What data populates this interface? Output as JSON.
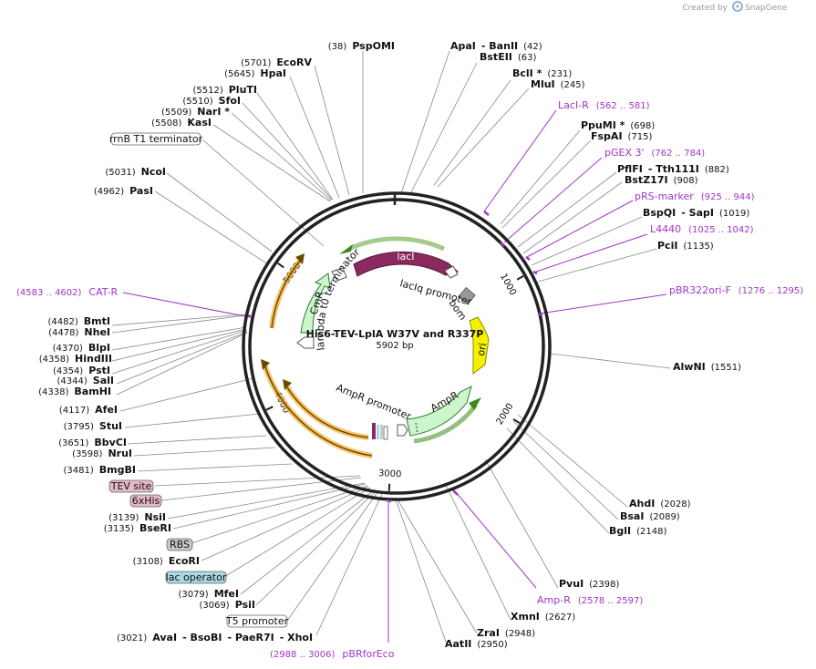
{
  "credit": {
    "prefix": "Created by",
    "brand": "SnapGene"
  },
  "plasmid": {
    "name": "His6-TEV-LplA W37V and R337P",
    "length": "5902 bp",
    "bp": 5902
  },
  "colors": {
    "primer": "#a333c8",
    "lacI": "#8b2a5e",
    "ori": "#f5f000",
    "arrowGreen": "#ccf5cc",
    "arrowOrange": "#f5a623",
    "tev": "#e6b8c8",
    "lacOperator": "#a8d8e0",
    "rbs": "#c8c8cc"
  },
  "ticks": [
    {
      "label": "1000",
      "bp": 1000
    },
    {
      "label": "2000",
      "bp": 2000
    },
    {
      "label": "3000",
      "bp": 3000
    },
    {
      "label": "4000",
      "bp": 4000
    },
    {
      "label": "5000",
      "bp": 5000
    }
  ],
  "enzymes": [
    {
      "id": "pspomi",
      "parts": [
        [
          "(38)",
          "pos"
        ],
        [
          "PspOMI",
          "enz"
        ]
      ]
    },
    {
      "id": "apai",
      "parts": [
        [
          "ApaI",
          "enz"
        ],
        [
          "- BanII",
          "enz"
        ],
        [
          "(42)",
          "pos"
        ]
      ]
    },
    {
      "id": "bsteii",
      "parts": [
        [
          "BstEII",
          "enz"
        ],
        [
          "(63)",
          "pos"
        ]
      ]
    },
    {
      "id": "bcli",
      "parts": [
        [
          "BclI *",
          "enz"
        ],
        [
          "(231)",
          "pos"
        ]
      ]
    },
    {
      "id": "mlui",
      "parts": [
        [
          "MluI",
          "enz"
        ],
        [
          "(245)",
          "pos"
        ]
      ]
    },
    {
      "id": "ppumi",
      "parts": [
        [
          "PpuMI *",
          "enz"
        ],
        [
          "(698)",
          "pos"
        ]
      ]
    },
    {
      "id": "fspai",
      "parts": [
        [
          "FspAI",
          "enz"
        ],
        [
          "(715)",
          "pos"
        ]
      ]
    },
    {
      "id": "pflfi",
      "parts": [
        [
          "PflFI",
          "enz"
        ],
        [
          "- Tth111I",
          "enz"
        ],
        [
          "(882)",
          "pos"
        ]
      ]
    },
    {
      "id": "bstz17i",
      "parts": [
        [
          "BstZ17I",
          "enz"
        ],
        [
          "(908)",
          "pos"
        ]
      ]
    },
    {
      "id": "bspqi",
      "parts": [
        [
          "BspQI",
          "enz"
        ],
        [
          "- SapI",
          "enz"
        ],
        [
          "(1019)",
          "pos"
        ]
      ]
    },
    {
      "id": "pcii",
      "parts": [
        [
          "PciI",
          "enz"
        ],
        [
          "(1135)",
          "pos"
        ]
      ]
    },
    {
      "id": "alwni",
      "parts": [
        [
          "AlwNI",
          "enz"
        ],
        [
          "(1551)",
          "pos"
        ]
      ]
    },
    {
      "id": "ahdi",
      "parts": [
        [
          "AhdI",
          "enz"
        ],
        [
          "(2028)",
          "pos"
        ]
      ]
    },
    {
      "id": "bsai",
      "parts": [
        [
          "BsaI",
          "enz"
        ],
        [
          "(2089)",
          "pos"
        ]
      ]
    },
    {
      "id": "bgli",
      "parts": [
        [
          "BglI",
          "enz"
        ],
        [
          "(2148)",
          "pos"
        ]
      ]
    },
    {
      "id": "pvui",
      "parts": [
        [
          "PvuI",
          "enz"
        ],
        [
          "(2398)",
          "pos"
        ]
      ]
    },
    {
      "id": "xmni",
      "parts": [
        [
          "XmnI",
          "enz"
        ],
        [
          "(2627)",
          "pos"
        ]
      ]
    },
    {
      "id": "zrai",
      "parts": [
        [
          "ZraI",
          "enz"
        ],
        [
          "(2948)",
          "pos"
        ]
      ]
    },
    {
      "id": "aatii",
      "parts": [
        [
          "AatII",
          "enz"
        ],
        [
          "(2950)",
          "pos"
        ]
      ]
    },
    {
      "id": "ecorv",
      "parts": [
        [
          "(5701)",
          "pos"
        ],
        [
          "EcoRV",
          "enz"
        ]
      ]
    },
    {
      "id": "hpai",
      "parts": [
        [
          "(5645)",
          "pos"
        ],
        [
          "HpaI",
          "enz"
        ]
      ]
    },
    {
      "id": "pluti",
      "parts": [
        [
          "(5512)",
          "pos"
        ],
        [
          "PluTI",
          "enz"
        ]
      ]
    },
    {
      "id": "sfoi",
      "parts": [
        [
          "(5510)",
          "pos"
        ],
        [
          "SfoI",
          "enz"
        ]
      ]
    },
    {
      "id": "nari",
      "parts": [
        [
          "(5509)",
          "pos"
        ],
        [
          "NarI *",
          "enz"
        ]
      ]
    },
    {
      "id": "kasi",
      "parts": [
        [
          "(5508)",
          "pos"
        ],
        [
          "KasI",
          "enz"
        ]
      ]
    },
    {
      "id": "ncoi",
      "parts": [
        [
          "(5031)",
          "pos"
        ],
        [
          "NcoI",
          "enz"
        ]
      ]
    },
    {
      "id": "pasi",
      "parts": [
        [
          "(4962)",
          "pos"
        ],
        [
          "PasI",
          "enz"
        ]
      ]
    },
    {
      "id": "bmti",
      "parts": [
        [
          "(4482)",
          "pos"
        ],
        [
          "BmtI",
          "enz"
        ]
      ]
    },
    {
      "id": "nhei",
      "parts": [
        [
          "(4478)",
          "pos"
        ],
        [
          "NheI",
          "enz"
        ]
      ]
    },
    {
      "id": "blpi",
      "parts": [
        [
          "(4370)",
          "pos"
        ],
        [
          "BlpI",
          "enz"
        ]
      ]
    },
    {
      "id": "hindiii",
      "parts": [
        [
          "(4358)",
          "pos"
        ],
        [
          "HindIII",
          "enz"
        ]
      ]
    },
    {
      "id": "psti",
      "parts": [
        [
          "(4354)",
          "pos"
        ],
        [
          "PstI",
          "enz"
        ]
      ]
    },
    {
      "id": "sali",
      "parts": [
        [
          "(4344)",
          "pos"
        ],
        [
          "SalI",
          "enz"
        ]
      ]
    },
    {
      "id": "bamhi",
      "parts": [
        [
          "(4338)",
          "pos"
        ],
        [
          "BamHI",
          "enz"
        ]
      ]
    },
    {
      "id": "afei",
      "parts": [
        [
          "(4117)",
          "pos"
        ],
        [
          "AfeI",
          "enz"
        ]
      ]
    },
    {
      "id": "stui",
      "parts": [
        [
          "(3795)",
          "pos"
        ],
        [
          "StuI",
          "enz"
        ]
      ]
    },
    {
      "id": "bbvci",
      "parts": [
        [
          "(3651)",
          "pos"
        ],
        [
          "BbvCI",
          "enz"
        ]
      ]
    },
    {
      "id": "nrui",
      "parts": [
        [
          "(3598)",
          "pos"
        ],
        [
          "NruI",
          "enz"
        ]
      ]
    },
    {
      "id": "bmgbi",
      "parts": [
        [
          "(3481)",
          "pos"
        ],
        [
          "BmgBI",
          "enz"
        ]
      ]
    },
    {
      "id": "nsii",
      "parts": [
        [
          "(3139)",
          "pos"
        ],
        [
          "NsiI",
          "enz"
        ]
      ]
    },
    {
      "id": "bseri",
      "parts": [
        [
          "(3135)",
          "pos"
        ],
        [
          "BseRI",
          "enz"
        ]
      ]
    },
    {
      "id": "ecori",
      "parts": [
        [
          "(3108)",
          "pos"
        ],
        [
          "EcoRI",
          "enz"
        ]
      ]
    },
    {
      "id": "mfei",
      "parts": [
        [
          "(3079)",
          "pos"
        ],
        [
          "MfeI",
          "enz"
        ]
      ]
    },
    {
      "id": "psii",
      "parts": [
        [
          "(3069)",
          "pos"
        ],
        [
          "PsiI",
          "enz"
        ]
      ]
    },
    {
      "id": "avai",
      "parts": [
        [
          "(3021)",
          "pos"
        ],
        [
          "AvaI",
          "enz"
        ],
        [
          "- BsoBI",
          "enz"
        ],
        [
          "- PaeR7I",
          "enz"
        ],
        [
          "- XhoI",
          "enz"
        ]
      ]
    }
  ],
  "primers": [
    {
      "id": "laci-r",
      "name": "LacI-R",
      "range": "(562 .. 581)"
    },
    {
      "id": "pgex3",
      "name": "pGEX 3'",
      "range": "(762 .. 784)"
    },
    {
      "id": "prs-marker",
      "name": "pRS-marker",
      "range": "(925 .. 944)"
    },
    {
      "id": "l4440",
      "name": "L4440",
      "range": "(1025 .. 1042)"
    },
    {
      "id": "pbr322ori-f",
      "name": "pBR322ori-F",
      "range": "(1276 .. 1295)"
    },
    {
      "id": "amp-r",
      "name": "Amp-R",
      "range": "(2578 .. 2597)"
    },
    {
      "id": "pbrforeco",
      "name": "pBRforEco",
      "range": "(2988 .. 3006)"
    },
    {
      "id": "cat-r",
      "name": "CAT-R",
      "range": "(4583 .. 4602)"
    }
  ],
  "boxed_features": [
    {
      "id": "rrnb",
      "label": "rrnB T1 terminator"
    },
    {
      "id": "tev",
      "label": "TEV site"
    },
    {
      "id": "his",
      "label": "6xHis"
    },
    {
      "id": "rbs",
      "label": "RBS"
    },
    {
      "id": "lacop",
      "label": "lac operator"
    },
    {
      "id": "t5",
      "label": "T5 promoter"
    }
  ],
  "inner_labels": {
    "lacI": "lacI",
    "lacIq": "lacIq promoter",
    "bom": "bom",
    "ori": "ori",
    "ampR": "AmpR",
    "ampRpromoter": "AmpR promoter",
    "cmR": "CmR",
    "lambda": "lambda t0 terminator"
  }
}
